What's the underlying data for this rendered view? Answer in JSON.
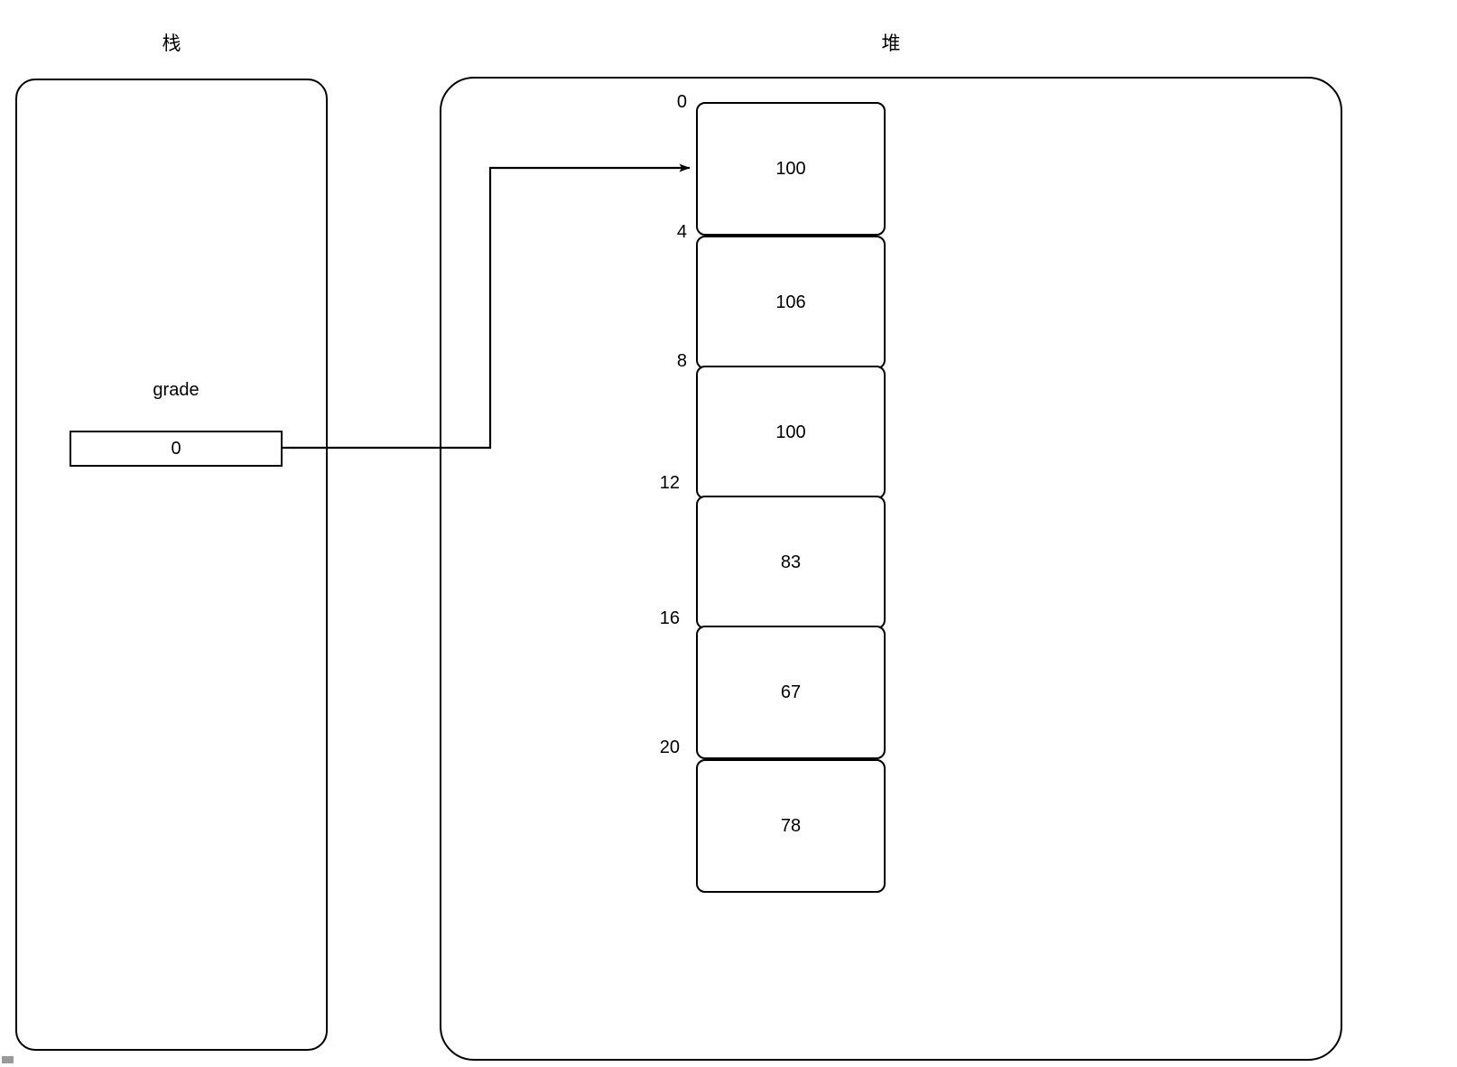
{
  "diagram": {
    "stack": {
      "title": "栈",
      "variable": {
        "name": "grade",
        "value": "0"
      }
    },
    "heap": {
      "title": "堆",
      "cells": [
        {
          "address": "0",
          "value": "100"
        },
        {
          "address": "4",
          "value": "106"
        },
        {
          "address": "8",
          "value": "100"
        },
        {
          "address": "12",
          "value": "83"
        },
        {
          "address": "16",
          "value": "67"
        },
        {
          "address": "20",
          "value": "78"
        }
      ]
    },
    "pointer": {
      "from": "grade",
      "to_address": "0",
      "arrow_head": "filled-triangle"
    },
    "colors": {
      "stroke": "#000000",
      "background": "#ffffff",
      "text": "#000000",
      "corner_mark": "#9a9a9a"
    }
  }
}
